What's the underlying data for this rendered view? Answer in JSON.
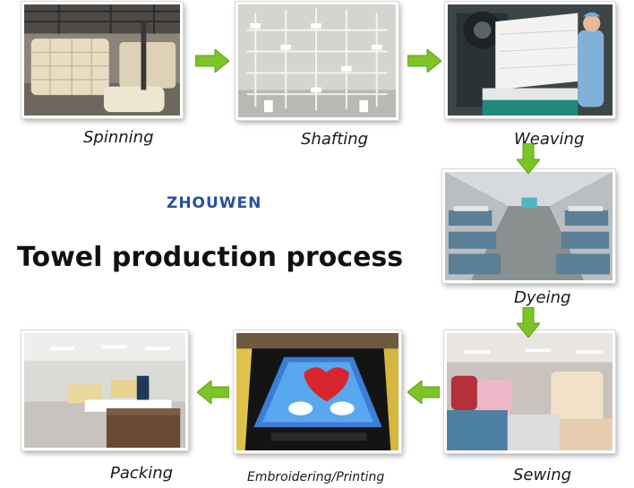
{
  "brand": "ZHOUWEN",
  "title": "Towel production process",
  "steps": {
    "spinning": "Spinning",
    "shafting": "Shafting",
    "weaving": "Weaving",
    "dyeing": "Dyeing",
    "sewing": "Sewing",
    "embroidering": "Embroidering/Printing",
    "packing": "Packing"
  },
  "arrow_color": "#7cc427",
  "arrow_icon": "green-arrow-icon"
}
